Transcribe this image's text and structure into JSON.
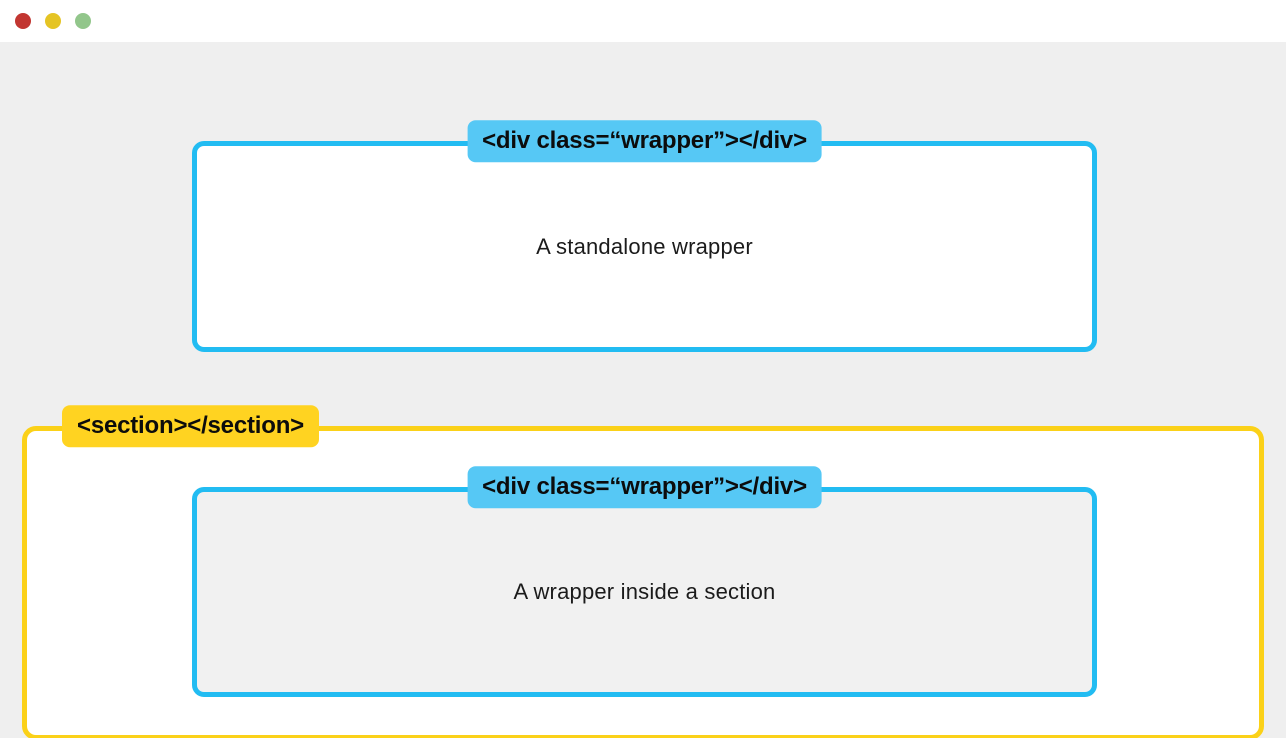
{
  "window": {
    "traffic_lights": [
      {
        "name": "close",
        "color": "#c23631"
      },
      {
        "name": "minimize",
        "color": "#e5c424"
      },
      {
        "name": "zoom",
        "color": "#92c68b"
      }
    ]
  },
  "diagram": {
    "standalone_wrapper": {
      "tag_label": "<div class=“wrapper”></div>",
      "body_text": "A standalone wrapper",
      "border_color": "#22bcf2",
      "label_bg": "#56c8f5",
      "fill": "#ffffff"
    },
    "section": {
      "tag_label": "<section></section>",
      "border_color": "#fbd118",
      "label_bg": "#ffd321",
      "fill": "#ffffff"
    },
    "nested_wrapper": {
      "tag_label": "<div class=“wrapper”></div>",
      "body_text": "A wrapper inside a section",
      "border_color": "#22bcf2",
      "label_bg": "#56c8f5",
      "fill": "#f1f1f1"
    }
  },
  "colors": {
    "canvas_background": "#efefef",
    "titlebar_background": "#ffffff",
    "text": "#1b1b1b"
  }
}
